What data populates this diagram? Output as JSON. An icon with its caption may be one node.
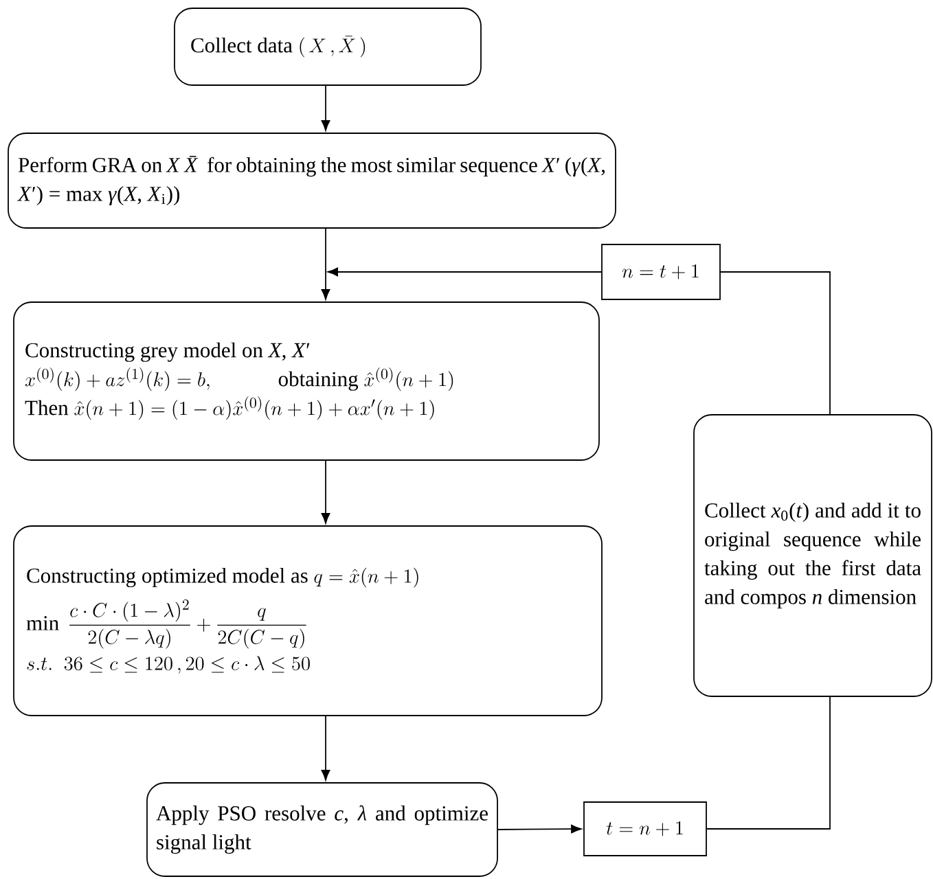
{
  "diagram": {
    "nodes": [
      {
        "text": [
          "\\text{Collect data }(\\,X\\,,\\bar{X}\\,)"
        ]
      },
      {
        "text": [
          "Perform GRA on *X* *X̄* for obtaining the most similar sequence *X*′ (*γ*(*X*, *X*′) = max *γ*(*X*, *X*$_{i}$))"
        ]
      },
      {
        "text": [
          "Constructing grey model on *X*, *X*′",
          "x^{(0)}(k)+az^{(1)}(k)=b,\\qquad\\quad\\text{obtaining }\\hat{x}^{(0)}(n+1)",
          "\\text{Then }\\hat{x}(n+1)=(1-\\alpha)\\hat{x}^{(0)}(n+1)+\\alpha x'(n+1)"
        ]
      },
      {
        "text": [
          "\\text{Constructing optimized model as }q=\\hat{x}(n+1)",
          "\\min\\ \\frac{c\\cdot C\\cdot(1-\\lambda)^2}{2(C-\\lambda q)}+\\frac{q}{2C(C-q)}",
          "s.t.\\ \\ 36\\le c\\le 120\\,,20\\le c\\cdot\\lambda\\le 50"
        ]
      },
      {
        "text": [
          "Apply PSO resolve *c*, *λ* and optimize signal light"
        ]
      },
      {
        "text": [
          "t=n+1"
        ]
      },
      {
        "text": [
          "Collect *x*$_{0}$(*t*) and add it to original sequence while taking out the first data and compos *n* dimension"
        ]
      },
      {
        "text": [
          "n=t+1"
        ]
      }
    ],
    "edges": [
      {
        "from": 0,
        "to": 1,
        "arrow": "to"
      },
      {
        "from": 1,
        "to": 2,
        "arrow": "to"
      },
      {
        "from": 7,
        "to": 2,
        "arrow": "to"
      },
      {
        "from": 2,
        "to": 3,
        "arrow": "to"
      },
      {
        "from": 3,
        "to": 4,
        "arrow": "to"
      },
      {
        "from": 4,
        "to": 5,
        "arrow": "to"
      },
      {
        "from": 5,
        "to": 6,
        "arrow": "none"
      },
      {
        "from": 6,
        "to": 7,
        "arrow": "none"
      }
    ]
  }
}
